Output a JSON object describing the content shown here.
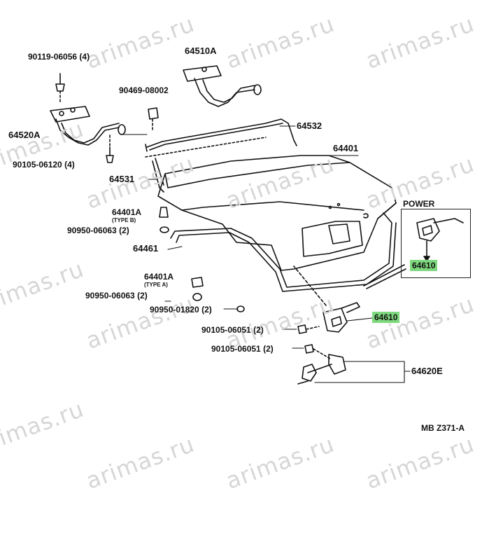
{
  "watermark": "arimas.ru",
  "diagram_code": "MB Z371-A",
  "power_label": "POWER",
  "highlight_color": "#7ed87e",
  "labels": {
    "bolt_top": "90119-06056 (4)",
    "hinge_right": "64510A",
    "clip_90469": "90469-08002",
    "hinge_left": "64520A",
    "rod_64532": "64532",
    "lid_64401": "64401",
    "bolt_90105_top": "90105-06120 (4)",
    "rod_64531": "64531",
    "cushion_b_main": "64401A",
    "cushion_b_type": "(TYPE B)",
    "screw_90950_a": "90950-06063 (2)",
    "seal_64461": "64461",
    "cushion_a_main": "64401A",
    "cushion_a_type": "(TYPE A)",
    "screw_90950_b": "90950-06063 (2)",
    "plug_90950": "90950-01820 (2)",
    "bolt_90105_a": "90105-06051 (2)",
    "bolt_90105_b": "90105-06051 (2)",
    "lock_64610_main": "64610",
    "lock_64610_power": "64610",
    "striker_64620e": "64620E"
  }
}
